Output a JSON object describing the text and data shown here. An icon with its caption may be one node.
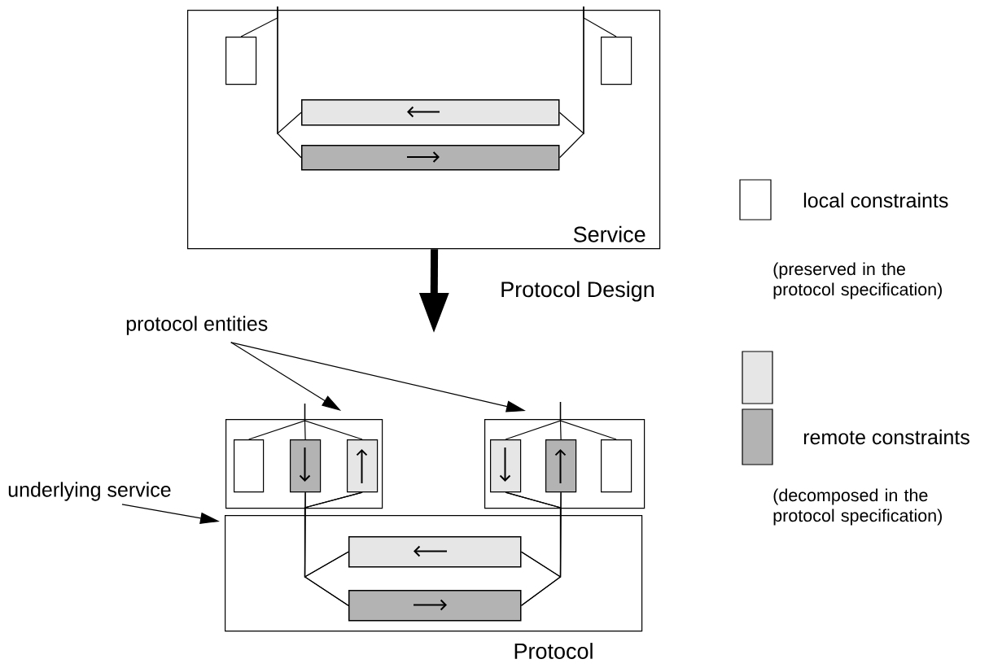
{
  "diagram": {
    "nodes": [
      {
        "text": [
          "Service"
        ]
      },
      {
        "text": [],
        "shape": "box",
        "in": 0
      },
      {
        "text": [],
        "shape": "box",
        "in": 0
      },
      {
        "text": [],
        "shape": "bar",
        "in": 0
      },
      {
        "text": [],
        "shape": "bar",
        "in": 0
      },
      {
        "text": [
          "protocol entities"
        ]
      },
      {
        "text": [],
        "shape": "box"
      },
      {
        "text": [],
        "shape": "box",
        "in": 6
      },
      {
        "text": [],
        "shape": "box",
        "in": 6
      },
      {
        "text": [],
        "shape": "box",
        "in": 6
      },
      {
        "text": [],
        "shape": "box"
      },
      {
        "text": [],
        "shape": "box",
        "in": 10
      },
      {
        "text": [],
        "shape": "box",
        "in": 10
      },
      {
        "text": [],
        "shape": "box",
        "in": 10
      },
      {
        "text": [],
        "shape": "box"
      },
      {
        "text": [],
        "shape": "bar",
        "in": 14
      },
      {
        "text": [],
        "shape": "bar",
        "in": 14
      },
      {
        "text": [
          "underlying service"
        ]
      }
    ],
    "edges": [
      {
        "from": null,
        "to": 1,
        "arrow": "none"
      },
      {
        "from": null,
        "to": 3,
        "arrow": "none"
      },
      {
        "from": null,
        "to": 4,
        "arrow": "none"
      },
      {
        "from": null,
        "to": 2,
        "arrow": "none"
      },
      {
        "from": null,
        "to": 3,
        "arrow": "none"
      },
      {
        "from": null,
        "to": 4,
        "arrow": "none"
      },
      {
        "from": 0,
        "to": null,
        "arrow": "to",
        "style": "thick",
        "label": "Protocol Design"
      },
      {
        "from": 5,
        "to": 6,
        "arrow": "to"
      },
      {
        "from": 5,
        "to": 10,
        "arrow": "to"
      },
      {
        "from": null,
        "to": 7,
        "arrow": "none"
      },
      {
        "from": null,
        "to": 8,
        "arrow": "none"
      },
      {
        "from": null,
        "to": 9,
        "arrow": "none"
      },
      {
        "from": null,
        "to": 11,
        "arrow": "none"
      },
      {
        "from": null,
        "to": 12,
        "arrow": "none"
      },
      {
        "from": null,
        "to": 13,
        "arrow": "none"
      },
      {
        "from": 8,
        "to": 15,
        "arrow": "none"
      },
      {
        "from": 8,
        "to": 16,
        "arrow": "none"
      },
      {
        "from": 9,
        "to": 15,
        "arrow": "none"
      },
      {
        "from": 9,
        "to": 16,
        "arrow": "none"
      },
      {
        "from": 11,
        "to": 15,
        "arrow": "none"
      },
      {
        "from": 11,
        "to": 16,
        "arrow": "none"
      },
      {
        "from": 12,
        "to": 15,
        "arrow": "none"
      },
      {
        "from": 12,
        "to": 16,
        "arrow": "none"
      },
      {
        "from": 17,
        "to": 14,
        "arrow": "to"
      }
    ],
    "labels": [
      "(preserved in the protocol specification)",
      "(decomposed in the protocol specification)",
      "Protocol"
    ],
    "legend": [
      {
        "text": "local constraints"
      },
      {
        "text": "remote constraints",
        "color": "#b3b3b3"
      }
    ]
  }
}
